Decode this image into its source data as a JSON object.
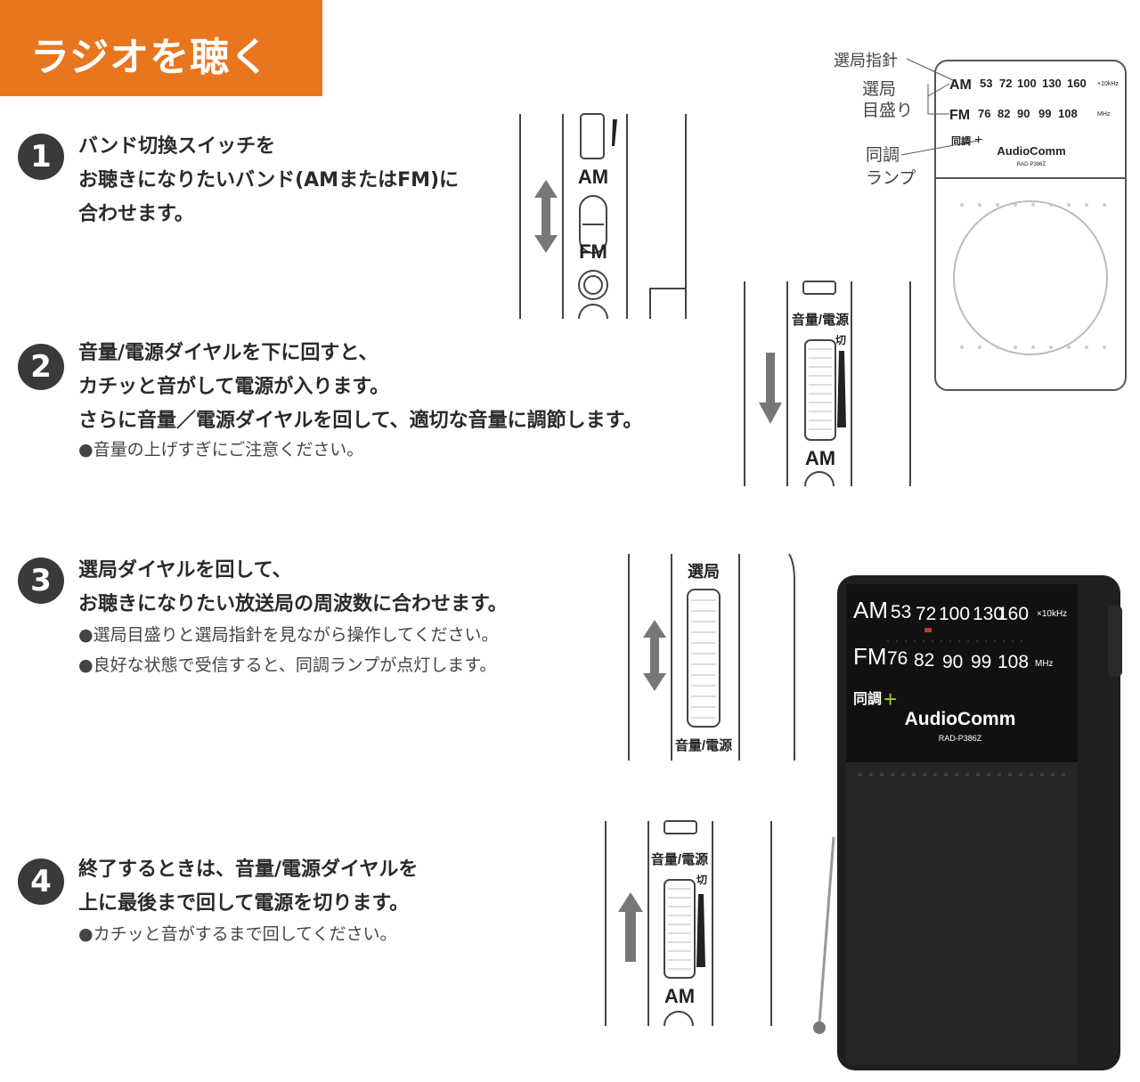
{
  "header": {
    "title": "ラジオを聴く",
    "color": "#e8761f"
  },
  "steps": [
    {
      "num": "1",
      "lines": [
        "バンド切換スイッチを",
        "お聴きになりたいバンド(AMまたはFM)に",
        "合わせます。"
      ],
      "notes": []
    },
    {
      "num": "2",
      "lines": [
        "音量/電源ダイヤルを下に回すと、",
        "カチッと音がして電源が入ります。",
        "さらに音量／電源ダイヤルを回して、適切な音量に調節します。"
      ],
      "notes": [
        "●音量の上げすぎにご注意ください。"
      ]
    },
    {
      "num": "3",
      "lines": [
        "選局ダイヤルを回して、",
        "お聴きになりたい放送局の周波数に合わせます。"
      ],
      "notes": [
        "●選局目盛りと選局指針を見ながら操作してください。",
        "●良好な状態で受信すると、同調ランプが点灯します。"
      ]
    },
    {
      "num": "4",
      "lines": [
        "終了するときは、音量/電源ダイヤルを",
        "上に最後まで回して電源を切ります。"
      ],
      "notes": [
        "●カチッと音がするまで回してください。"
      ]
    }
  ],
  "diagrams": {
    "band_switch": {
      "am": "AM",
      "fm": "FM"
    },
    "volume_on": {
      "label": "音量/電源",
      "off": "切",
      "am": "AM"
    },
    "tuning": {
      "label": "選局",
      "bottom": "音量/電源"
    },
    "volume_off": {
      "label": "音量/電源",
      "off": "切",
      "am": "AM"
    }
  },
  "callouts": {
    "pointer": "選局指針",
    "scale1": "選局",
    "scale2": "目盛り",
    "lamp1": "同調",
    "lamp2": "ランプ"
  },
  "radio": {
    "am_label": "AM",
    "am_freqs": [
      "53",
      "72",
      "100",
      "130",
      "160"
    ],
    "am_unit": "×10kHz",
    "fm_label": "FM",
    "fm_freqs": [
      "76",
      "82",
      "90",
      "99",
      "108"
    ],
    "fm_unit": "MHz",
    "lamp_label": "同調",
    "brand": "AudioComm",
    "model": "RAD-P386Z",
    "body_color": "#1f1f1f",
    "lamp_color": "#9acd32"
  }
}
